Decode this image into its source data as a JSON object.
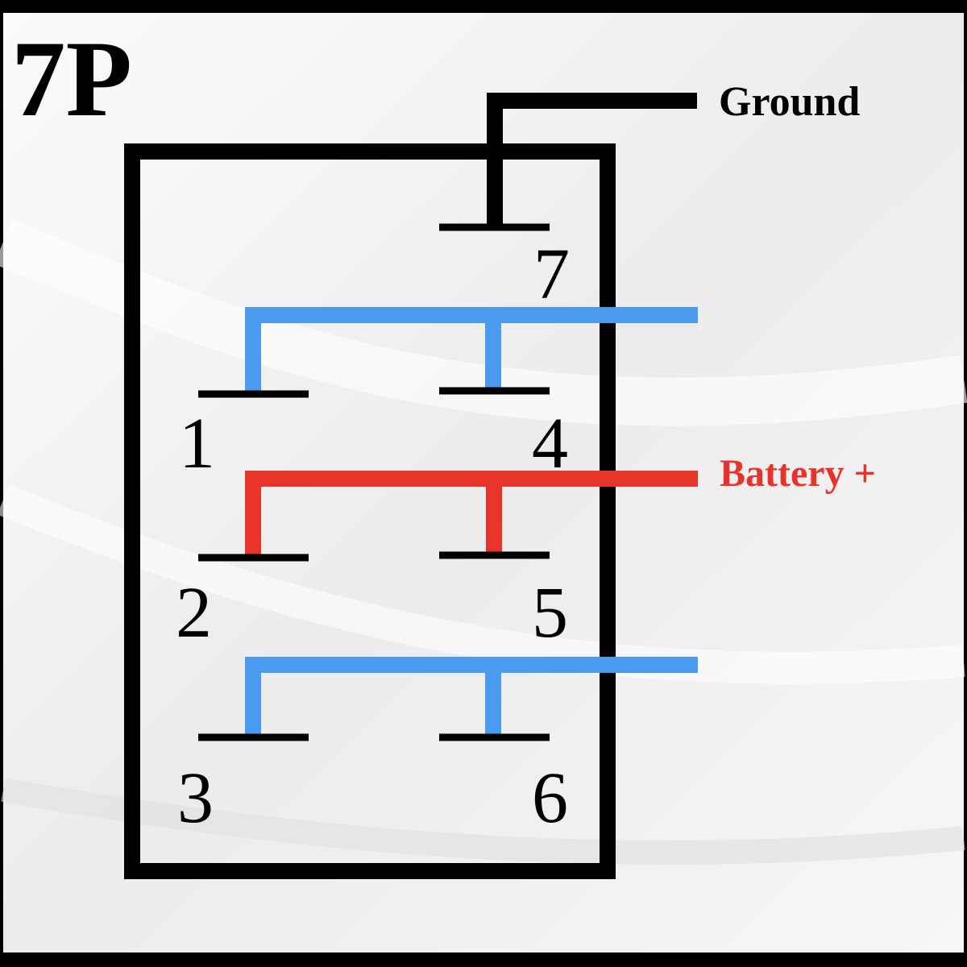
{
  "diagram": {
    "title": "7P",
    "colors": {
      "frame": "#000000",
      "ground_wire": "#000000",
      "battery_wire": "#e8332a",
      "blue_wire": "#4a9af0",
      "background": "#f2f2f2"
    },
    "pins": [
      {
        "id": "pin-7",
        "label": "7"
      },
      {
        "id": "pin-1",
        "label": "1"
      },
      {
        "id": "pin-4",
        "label": "4"
      },
      {
        "id": "pin-2",
        "label": "2"
      },
      {
        "id": "pin-5",
        "label": "5"
      },
      {
        "id": "pin-3",
        "label": "3"
      },
      {
        "id": "pin-6",
        "label": "6"
      }
    ],
    "wires": {
      "ground": {
        "label": "Ground",
        "connects": [
          "7"
        ]
      },
      "battery": {
        "label": "Battery +",
        "connects": [
          "2",
          "5"
        ]
      },
      "upper_blue": {
        "label": "",
        "connects": [
          "1",
          "4"
        ]
      },
      "lower_blue": {
        "label": "",
        "connects": [
          "3",
          "6"
        ]
      }
    }
  }
}
